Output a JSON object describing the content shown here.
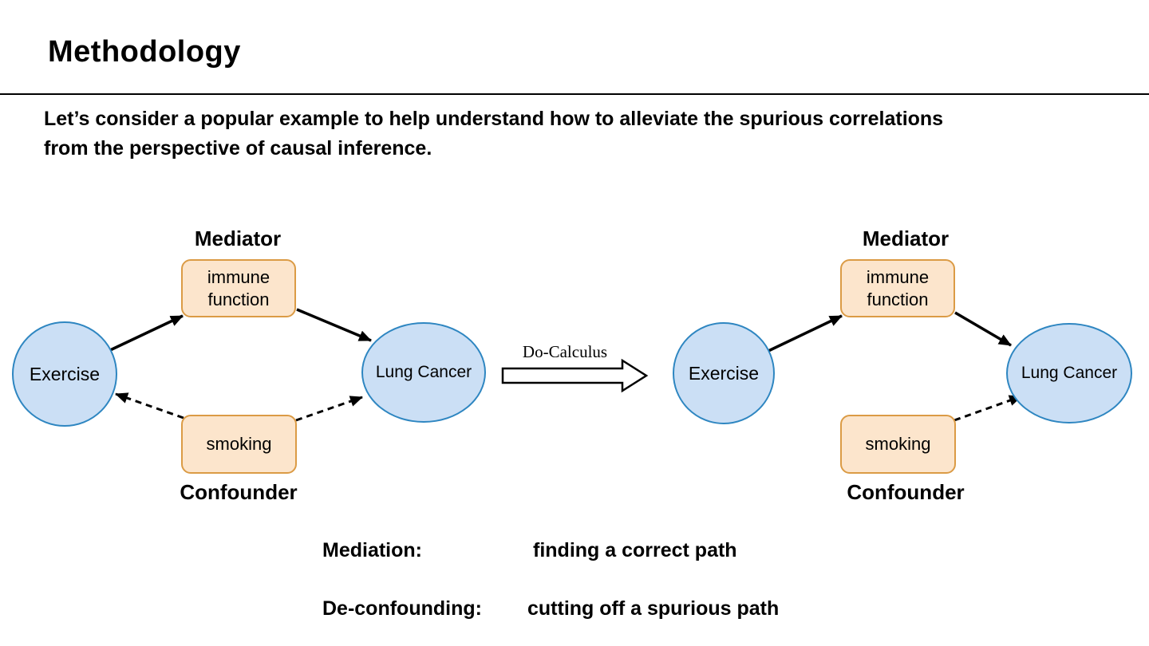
{
  "slide": {
    "title": "Methodology",
    "intro_line1": "Let’s consider a popular example to help understand how to alleviate the spurious correlations",
    "intro_line2": "from the perspective of causal inference."
  },
  "transform_arrow": {
    "label": "Do-Calculus"
  },
  "diagram_left": {
    "mediator_label": "Mediator",
    "confounder_label": "Confounder",
    "nodes": {
      "exercise": "Exercise",
      "mediator_line1": "immune",
      "mediator_line2": "function",
      "confounder": "smoking",
      "outcome": "Lung Cancer"
    },
    "edges": [
      {
        "from": "Exercise",
        "to": "immune function",
        "style": "solid"
      },
      {
        "from": "immune function",
        "to": "Lung Cancer",
        "style": "solid"
      },
      {
        "from": "smoking",
        "to": "Exercise",
        "style": "dashed"
      },
      {
        "from": "smoking",
        "to": "Lung Cancer",
        "style": "dashed"
      }
    ]
  },
  "diagram_right": {
    "mediator_label": "Mediator",
    "confounder_label": "Confounder",
    "nodes": {
      "exercise": "Exercise",
      "mediator_line1": "immune",
      "mediator_line2": "function",
      "confounder": "smoking",
      "outcome": "Lung Cancer"
    },
    "edges": [
      {
        "from": "Exercise",
        "to": "immune function",
        "style": "solid"
      },
      {
        "from": "immune function",
        "to": "Lung Cancer",
        "style": "solid"
      },
      {
        "from": "smoking",
        "to": "Lung Cancer",
        "style": "dashed"
      }
    ]
  },
  "legend": {
    "row1_term": "Mediation:",
    "row1_desc": "finding a correct path",
    "row2_term": "De-confounding:",
    "row2_desc": "cutting off a spurious path"
  },
  "colors": {
    "node_fill": "#CBDFF5",
    "node_stroke": "#2E86C1",
    "box_fill": "#FCE5CC",
    "box_stroke": "#DB9B45",
    "arrow": "#000000"
  }
}
